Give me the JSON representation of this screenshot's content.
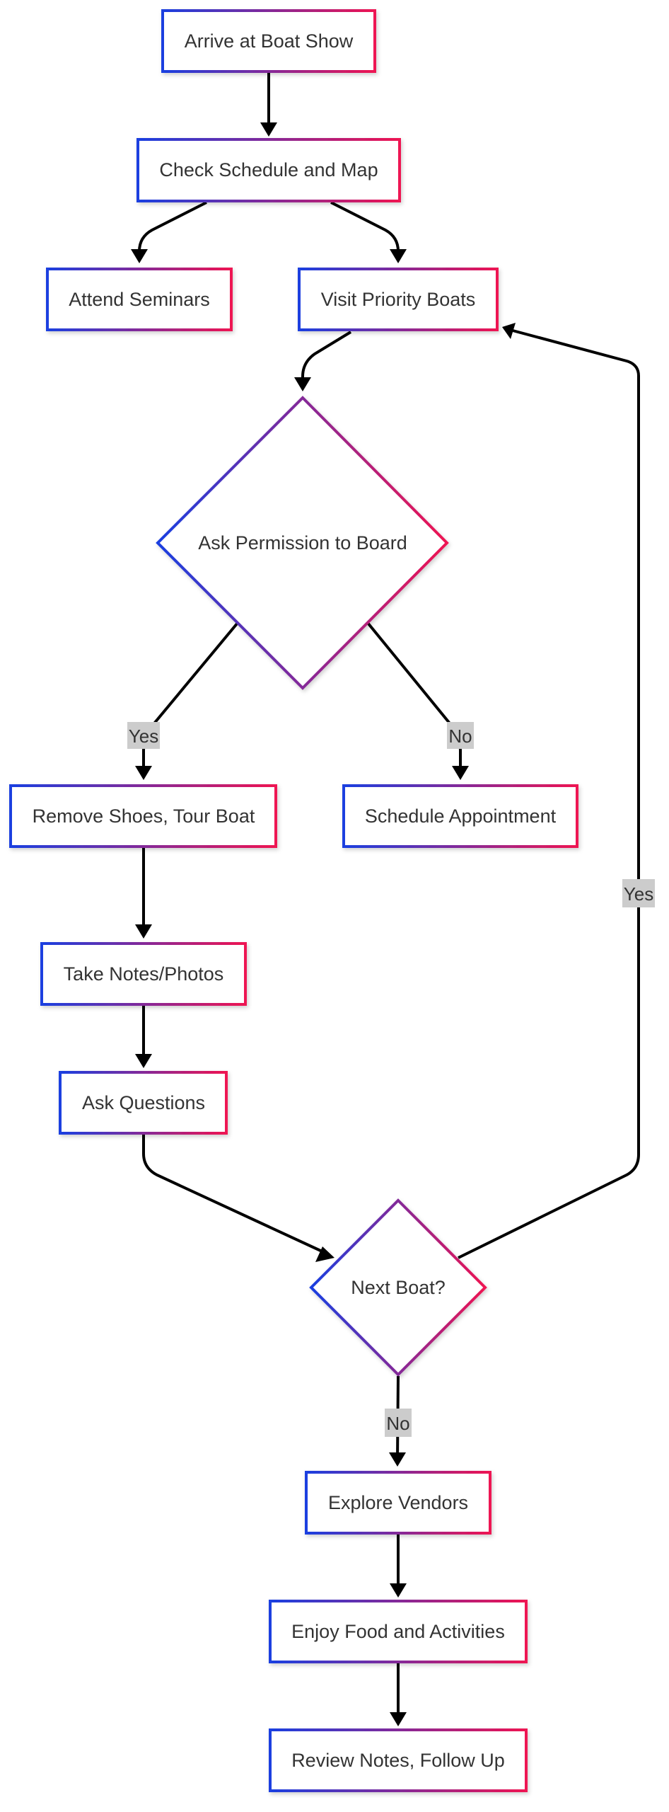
{
  "nodes": {
    "arrive": "Arrive at Boat Show",
    "check": "Check Schedule and Map",
    "seminars": "Attend Seminars",
    "priority": "Visit Priority Boats",
    "permission": "Ask Permission to Board",
    "remove_shoes": "Remove Shoes, Tour Boat",
    "schedule": "Schedule Appointment",
    "notes": "Take Notes/Photos",
    "questions": "Ask Questions",
    "next_boat": "Next Boat?",
    "vendors": "Explore Vendors",
    "food": "Enjoy Food and Activities",
    "review": "Review Notes, Follow Up"
  },
  "edge_labels": {
    "permission_yes": "Yes",
    "permission_no": "No",
    "next_yes": "Yes",
    "next_no": "No"
  },
  "colors": {
    "gradient_start": "#1a3fe0",
    "gradient_end": "#ee1452",
    "edge": "#000000",
    "edge_label_bg": "#cccccc",
    "text": "#333333"
  }
}
